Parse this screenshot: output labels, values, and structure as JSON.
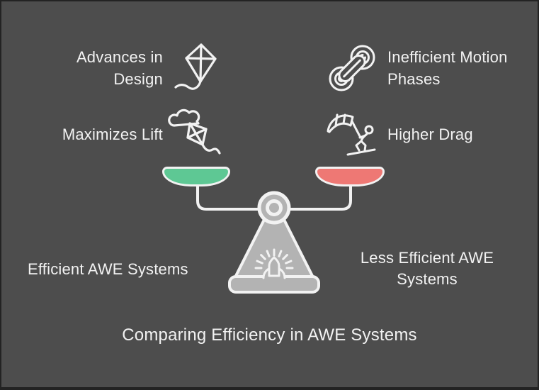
{
  "title": "Comparing Efficiency in AWE Systems",
  "left_column": {
    "heading": "Efficient AWE Systems",
    "rows": [
      {
        "label": "Advances in Design",
        "icon": "kite-icon"
      },
      {
        "label": "Maximizes Lift",
        "icon": "kite-with-cloud-icon"
      }
    ],
    "pan_color": "#5ec894"
  },
  "right_column": {
    "heading": "Less Efficient AWE Systems",
    "rows": [
      {
        "label": "Inefficient Motion Phases",
        "icon": "rope-coil-icon"
      },
      {
        "label": "Higher Drag",
        "icon": "kitesurfing-icon"
      }
    ],
    "pan_color": "#ee7874"
  },
  "colors": {
    "background": "#4d4d4d",
    "frame_border": "#232323",
    "text": "#f2f2f2",
    "stand_gray": "#b3b3b3",
    "outline_white": "#f2f2f2"
  }
}
